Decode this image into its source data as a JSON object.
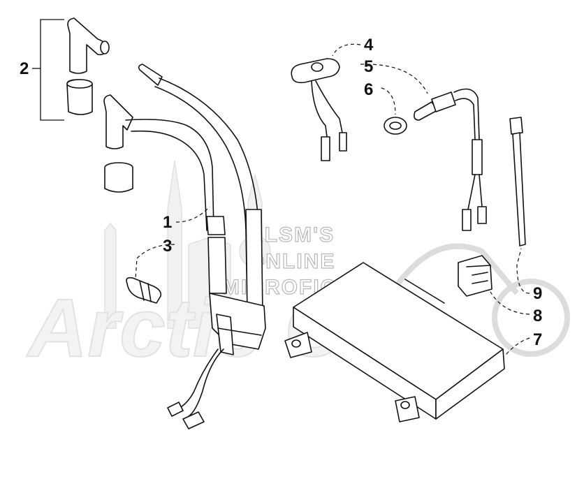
{
  "callouts": {
    "c1": "1",
    "c2": "2",
    "c3": "3",
    "c4": "4",
    "c5": "5",
    "c6": "6",
    "c7": "7",
    "c8": "8",
    "c9": "9"
  },
  "watermark": {
    "line1": "ALSM'S",
    "line2": "ONLINE",
    "line3": "MICROFICHE",
    "logo": "Arctic Cat"
  }
}
